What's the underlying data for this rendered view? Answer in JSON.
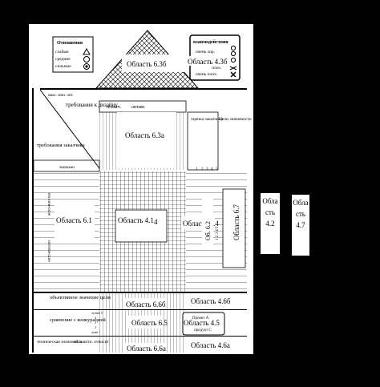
{
  "legend_relations": {
    "title": "Отношения",
    "items": [
      "слабые",
      "средние",
      "сильные"
    ]
  },
  "legend_interaction": {
    "title": "взаимодействия",
    "items": [
      "очень хор.",
      "хор.",
      "",
      "плох.",
      "очень плох."
    ]
  },
  "roof_label": "Область 6.3б",
  "roof_right_label": "Область 4.3б",
  "direction_label": "макс. мин. опт.",
  "design_req_label": "требования к дизайну",
  "tech_header": "технич.",
  "opt_header": "оптим.",
  "customer_req_label": "требования заказчика",
  "value_label": "значимо",
  "technical_label": "технические",
  "optical_label": "оптические",
  "area_63a": "Область 6.3а",
  "customer_assessment": "оценка заказчика",
  "target_values": "Цели значимости",
  "rating_scale": [
    "1",
    "2",
    "3",
    "4",
    "5"
  ],
  "area_61": "Область 6.1",
  "area_41": "Область 4.1",
  "area_41_extra": "4",
  "area_44": "Область 4.4",
  "area_62": "Об. 6.2",
  "area_67": "Область 6.7",
  "rating_small": "1 2 3 4 5",
  "objective_label": "объективное значение цели",
  "area_66b": "Область 6.6б",
  "area_46b": "Область 4.6б",
  "compare_label": "сравнение с конкурацией",
  "compare_scale": [
    "лучше 5",
    "4",
    "3",
    "2",
    "хуже 1"
  ],
  "area_65": "Область 6.5",
  "area_45": "Область 4.5",
  "area_45_extra": [
    "Проект А",
    "продукт С"
  ],
  "tech_value_label": "техническая значимость",
  "abs_label": "абсолютн. относит.",
  "area_66a": "Область 6.6а",
  "area_46a": "Область 4.6а",
  "box_42": [
    "Обла",
    "сть",
    "4.2"
  ],
  "box_47": [
    "Обла",
    "сть",
    "4.7"
  ]
}
